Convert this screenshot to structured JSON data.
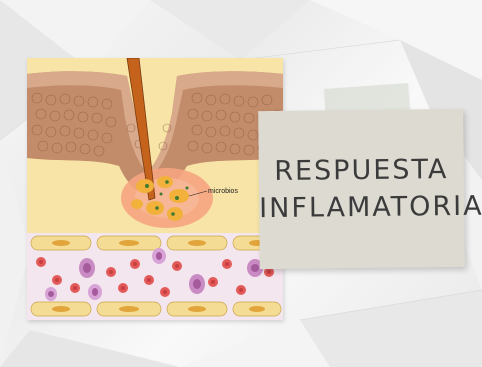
{
  "slide": {
    "title_line_1": "RESPUESTA",
    "title_line_2": "INFLAMATORIA"
  },
  "illustration": {
    "label_microbios": "microbios"
  },
  "colors": {
    "card": "#dcdad1",
    "title_text": "#3b3b3b",
    "skin_layer": "#c28c6a",
    "dermis": "#f6e3a8",
    "inflammation": "#f5a482",
    "bacteria": "#f1b13a",
    "splinter": "#c5621b",
    "red_cell": "#e35a5a",
    "blood_vessel": "#f5dc95"
  },
  "icons": [
    "splinter-icon",
    "microbe-cluster-icon"
  ]
}
